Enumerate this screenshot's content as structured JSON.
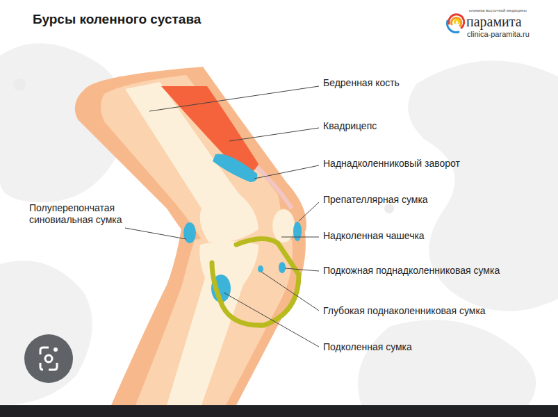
{
  "diagram": {
    "title": "Бурсы коленного сустава",
    "labels": [
      "клиника восточной медицины",
      "парамита",
      "clinica-paramita.ru",
      "Бедренная кость",
      "Квадрицепс",
      "Наднадколенниковый заворот",
      "Препателлярная сумка",
      "Полуперепончатая синовиальная сумка",
      "Надколенная чашечка",
      "Подкожная поднадколенниковая сумка",
      "Глубокая поднаколенниковая сумка",
      "Подколенная сумка"
    ]
  }
}
